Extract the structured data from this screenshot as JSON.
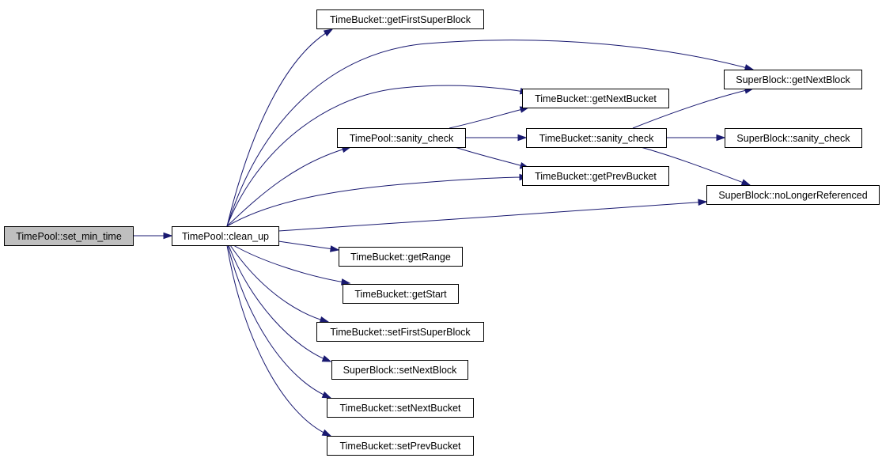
{
  "diagram": {
    "colors": {
      "edge": "#191970",
      "node_border": "#000000",
      "node_fill": "#ffffff",
      "root_fill": "#bfbfbf"
    },
    "nodes": [
      {
        "id": "set_min_time",
        "label": "TimePool::set_min_time",
        "root": true
      },
      {
        "id": "clean_up",
        "label": "TimePool::clean_up"
      },
      {
        "id": "tb_getFirstSuperBlock",
        "label": "TimeBucket::getFirstSuperBlock"
      },
      {
        "id": "sb_getNextBlock",
        "label": "SuperBlock::getNextBlock"
      },
      {
        "id": "tb_getNextBucket",
        "label": "TimeBucket::getNextBucket"
      },
      {
        "id": "tp_sanity_check",
        "label": "TimePool::sanity_check"
      },
      {
        "id": "tb_sanity_check",
        "label": "TimeBucket::sanity_check"
      },
      {
        "id": "sb_sanity_check",
        "label": "SuperBlock::sanity_check"
      },
      {
        "id": "tb_getPrevBucket",
        "label": "TimeBucket::getPrevBucket"
      },
      {
        "id": "sb_noLongerReferenced",
        "label": "SuperBlock::noLongerReferenced"
      },
      {
        "id": "tb_getRange",
        "label": "TimeBucket::getRange"
      },
      {
        "id": "tb_getStart",
        "label": "TimeBucket::getStart"
      },
      {
        "id": "tb_setFirstSuperBlock",
        "label": "TimeBucket::setFirstSuperBlock"
      },
      {
        "id": "sb_setNextBlock",
        "label": "SuperBlock::setNextBlock"
      },
      {
        "id": "tb_setNextBucket",
        "label": "TimeBucket::setNextBucket"
      },
      {
        "id": "tb_setPrevBucket",
        "label": "TimeBucket::setPrevBucket"
      }
    ],
    "edges": [
      {
        "from": "set_min_time",
        "to": "clean_up"
      },
      {
        "from": "clean_up",
        "to": "tb_getFirstSuperBlock"
      },
      {
        "from": "clean_up",
        "to": "sb_getNextBlock"
      },
      {
        "from": "clean_up",
        "to": "tb_getNextBucket"
      },
      {
        "from": "clean_up",
        "to": "tp_sanity_check"
      },
      {
        "from": "clean_up",
        "to": "tb_getPrevBucket"
      },
      {
        "from": "clean_up",
        "to": "sb_noLongerReferenced"
      },
      {
        "from": "clean_up",
        "to": "tb_getRange"
      },
      {
        "from": "clean_up",
        "to": "tb_getStart"
      },
      {
        "from": "clean_up",
        "to": "tb_setFirstSuperBlock"
      },
      {
        "from": "clean_up",
        "to": "sb_setNextBlock"
      },
      {
        "from": "clean_up",
        "to": "tb_setNextBucket"
      },
      {
        "from": "clean_up",
        "to": "tb_setPrevBucket"
      },
      {
        "from": "tp_sanity_check",
        "to": "tb_getNextBucket"
      },
      {
        "from": "tp_sanity_check",
        "to": "tb_sanity_check"
      },
      {
        "from": "tp_sanity_check",
        "to": "tb_getPrevBucket"
      },
      {
        "from": "tb_sanity_check",
        "to": "sb_getNextBlock"
      },
      {
        "from": "tb_sanity_check",
        "to": "sb_sanity_check"
      },
      {
        "from": "tb_sanity_check",
        "to": "sb_noLongerReferenced"
      }
    ]
  }
}
